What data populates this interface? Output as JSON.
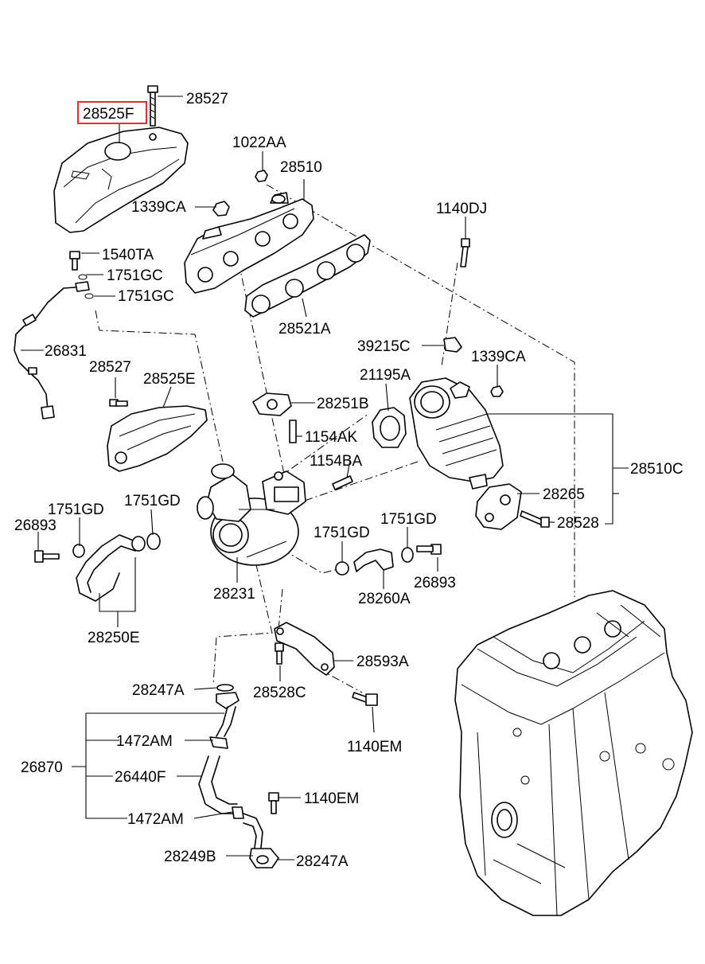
{
  "diagram": {
    "highlight_color": "#e03030",
    "labels": {
      "p28525F": "28525F",
      "p28527_top": "28527",
      "p1022AA": "1022AA",
      "p28510": "28510",
      "p1339CA_left": "1339CA",
      "p1140DJ": "1140DJ",
      "p1540TA": "1540TA",
      "p1751GC_a": "1751GC",
      "p1751GC_b": "1751GC",
      "p28521A": "28521A",
      "p26831": "26831",
      "p39215C": "39215C",
      "p1339CA_right": "1339CA",
      "p28527_mid": "28527",
      "p28525E": "28525E",
      "p21195A": "21195A",
      "p28251B": "28251B",
      "p1154AK": "1154AK",
      "p1154BA": "1154BA",
      "p28510C": "28510C",
      "p1751GD_a": "1751GD",
      "p1751GD_b": "1751GD",
      "p26893_left": "26893",
      "p28265": "28265",
      "p28528": "28528",
      "p1751GD_c": "1751GD",
      "p1751GD_d": "1751GD",
      "p26893_right": "26893",
      "p28231": "28231",
      "p28260A": "28260A",
      "p28250E": "28250E",
      "p28593A": "28593A",
      "p28247A_top": "28247A",
      "p28528C": "28528C",
      "p1140EM_mid": "1140EM",
      "p1472AM_a": "1472AM",
      "p26870": "26870",
      "p26440F": "26440F",
      "p1140EM_low": "1140EM",
      "p1472AM_b": "1472AM",
      "p28249B": "28249B",
      "p28247A_bottom": "28247A"
    }
  }
}
